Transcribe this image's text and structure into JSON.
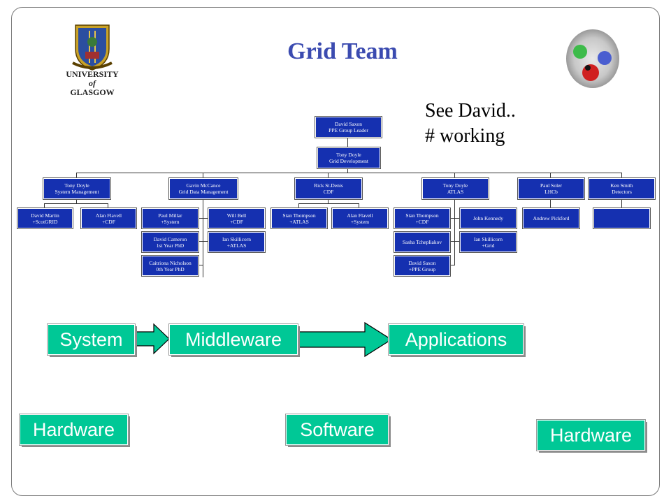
{
  "title": "Grid Team",
  "logo": {
    "line1": "UNIVERSITY",
    "line2": "of",
    "line3": "GLASGOW"
  },
  "note": {
    "line1": "See David..",
    "line2": "# working"
  },
  "colors": {
    "title": "#3b4bb0",
    "box": "#1530b0",
    "green": "#00c896"
  },
  "org": {
    "root": {
      "name": "David Saxon",
      "role": "PPE Group Leader"
    },
    "second": {
      "name": "Tony Doyle",
      "role": "Grid Development"
    },
    "heads": [
      {
        "name": "Tony Doyle",
        "role": "System Management"
      },
      {
        "name": "Gavin McCance",
        "role": "Grid Data Management"
      },
      {
        "name": "Rick St.Denis",
        "role": "CDF"
      },
      {
        "name": "Tony Doyle",
        "role": "ATLAS"
      },
      {
        "name": "Paul Soler",
        "role": "LHCb"
      },
      {
        "name": "Ken Smith",
        "role": "Detectors"
      }
    ],
    "members": [
      {
        "name": "David Martin",
        "role": "+ScotGRID"
      },
      {
        "name": "Alan Flavell",
        "role": "+CDF"
      },
      {
        "name": "Paul Millar",
        "role": "+System"
      },
      {
        "name": "Will Bell",
        "role": "+CDF"
      },
      {
        "name": "David Cameron",
        "role": "1st Year PhD"
      },
      {
        "name": "Ian Skillicorn",
        "role": "+ATLAS"
      },
      {
        "name": "Caitriona Nicholson",
        "role": "0th Year PhD"
      },
      {
        "name": "Stan Thompson",
        "role": "+ATLAS"
      },
      {
        "name": "Alan Flavell",
        "role": "+System"
      },
      {
        "name": "Stan Thompson",
        "role": "+CDF"
      },
      {
        "name": "John Kennedy",
        "role": ""
      },
      {
        "name": "Sasha Tchepliakov",
        "role": ""
      },
      {
        "name": "Ian Skillicorn",
        "role": "+Grid"
      },
      {
        "name": "David Saxon",
        "role": "+PPE Group"
      },
      {
        "name": "Andrew Pickford",
        "role": ""
      },
      {
        "name": "",
        "role": ""
      }
    ]
  },
  "flow": {
    "system": "System",
    "middleware": "Middleware",
    "applications": "Applications"
  },
  "labels": {
    "hardware_left": "Hardware",
    "software": "Software",
    "hardware_right": "Hardware"
  }
}
